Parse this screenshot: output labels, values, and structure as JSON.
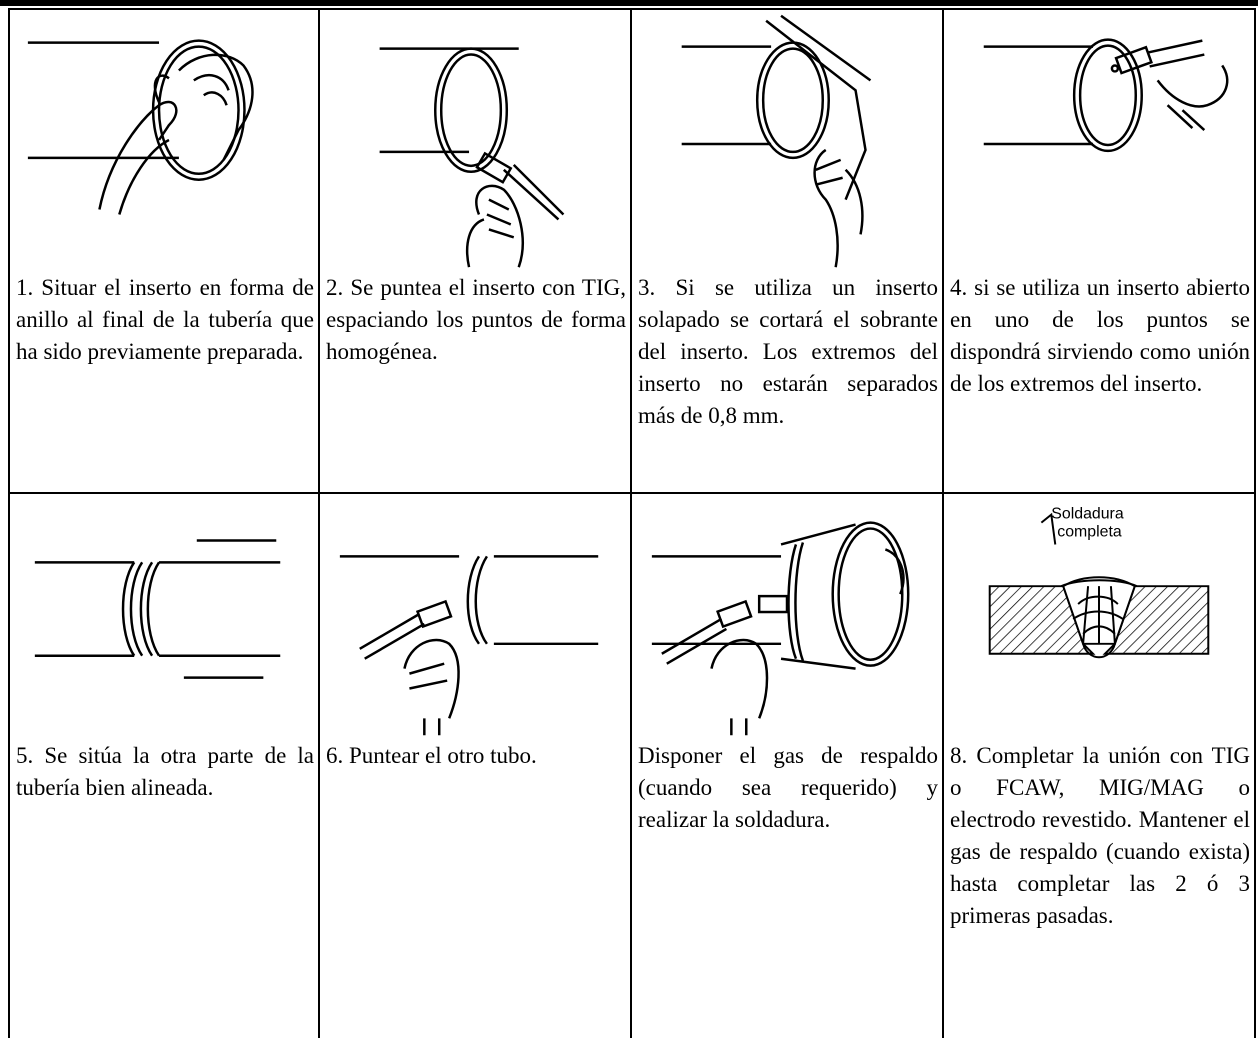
{
  "steps": [
    {
      "caption": "1. Situar el inserto en forma de anillo al final de la tubería que ha sido previamente preparada.",
      "illustration_icon": "hands-placing-ring-insert-icon"
    },
    {
      "caption": "2. Se puntea el inserto con TIG, espaciando los puntos de forma homogénea.",
      "illustration_icon": "tig-tack-weld-insert-icon"
    },
    {
      "caption": "3. Si se utiliza un inserto solapado se cortará el sobrante del inserto. Los extremos del inserto no estarán separados más de 0,8 mm.",
      "illustration_icon": "cutting-overlapped-insert-icon"
    },
    {
      "caption": "4. si se utiliza un inserto abierto en uno de los puntos se dispondrá sirviendo como unión de los extremos del inserto.",
      "illustration_icon": "joining-open-insert-icon"
    },
    {
      "caption": "5. Se sitúa la otra parte de la tubería bien alineada.",
      "illustration_icon": "aligned-pipes-icon"
    },
    {
      "caption": "6. Puntear el otro tubo.",
      "illustration_icon": "tack-other-pipe-icon"
    },
    {
      "caption": "Disponer el gas de respaldo (cuando sea requerido) y realizar la soldadura.",
      "illustration_icon": "backing-gas-welding-icon"
    },
    {
      "caption": "8. Completar la unión con TIG o FCAW, MIG/MAG o electrodo revestido. Mantener el gas de respaldo (cuando exista) hasta completar las 2 ó 3 primeras pasadas.",
      "illustration_icon": "weld-cross-section-icon",
      "label_line1": "Soldadura",
      "label_line2": "completa"
    }
  ]
}
